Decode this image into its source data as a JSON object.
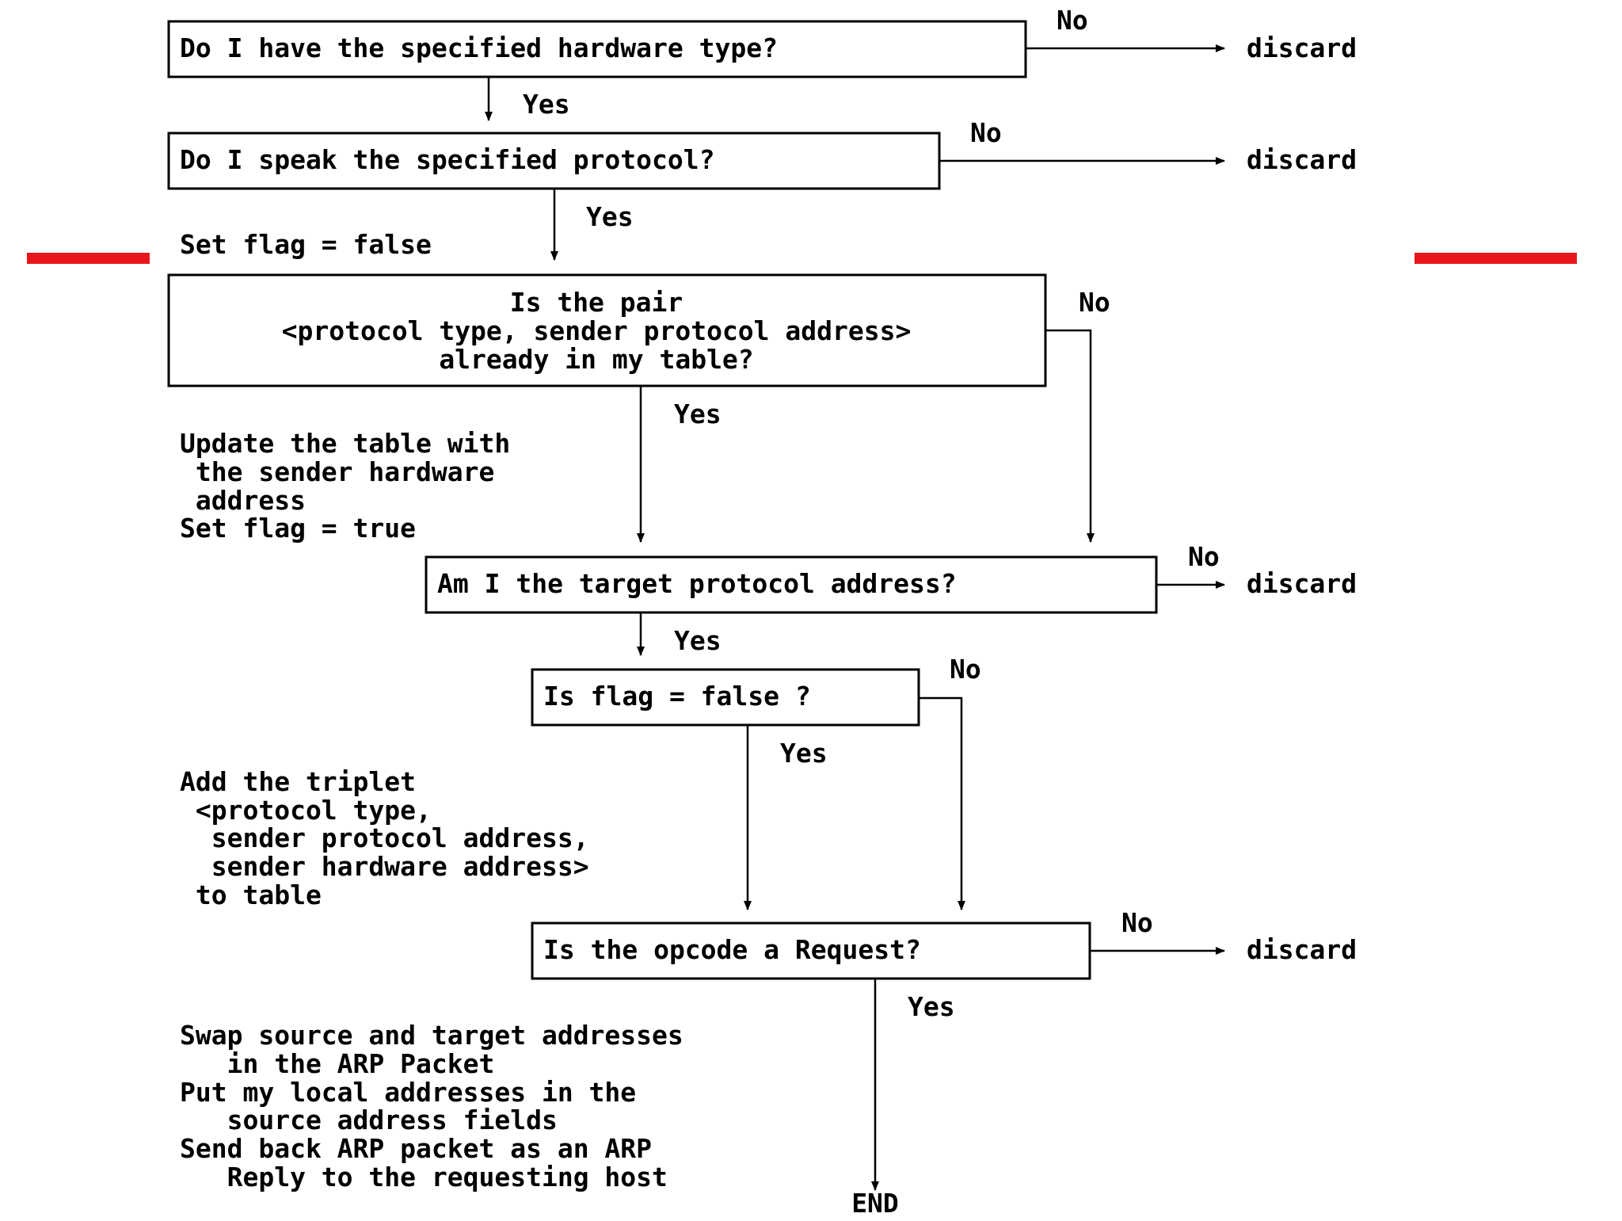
{
  "labels": {
    "yes": "Yes",
    "no": "No",
    "discard": "discard",
    "end": "END"
  },
  "colors": {
    "accent_bar": "#e8161b",
    "line": "#000000",
    "background": "#ffffff"
  },
  "steps": {
    "q_hardware": "Do I have the specified hardware type?",
    "q_protocol": "Do I speak the specified protocol?",
    "set_flag_false": "Set flag = false",
    "q_pair": [
      "Is the pair",
      "<protocol type, sender protocol address>",
      "already in my table?"
    ],
    "update_table": [
      "Update the table with",
      " the sender hardware",
      " address",
      "Set flag = true"
    ],
    "q_target": "Am I the target protocol address?",
    "q_flag": "Is flag = false ?",
    "add_triplet": [
      "Add the triplet",
      " <protocol type,",
      "  sender protocol address,",
      "  sender hardware address>",
      " to table"
    ],
    "q_opcode": "Is the opcode a Request?",
    "reply_actions": [
      "Swap source and target addresses",
      "   in the ARP Packet",
      "Put my local addresses in the",
      "   source address fields",
      "Send back ARP packet as an ARP",
      "   Reply to the requesting host"
    ]
  }
}
